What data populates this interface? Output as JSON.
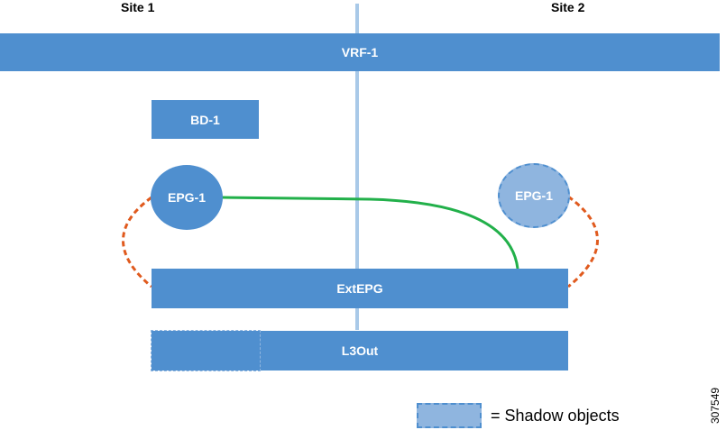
{
  "sites": {
    "left": "Site 1",
    "right": "Site 2"
  },
  "vrf": {
    "label": "VRF-1"
  },
  "bd": {
    "label": "BD-1"
  },
  "epg_site1": {
    "label": "EPG-1"
  },
  "epg_site2": {
    "label": "EPG-1",
    "shadow": true
  },
  "ext_epg": {
    "label": "ExtEPG"
  },
  "l3out": {
    "label": "L3Out"
  },
  "legend": {
    "text": "= Shadow objects"
  },
  "figure_id": "307549",
  "colors": {
    "object_fill": "#4f8fcf",
    "shadow_fill": "#8fb5df",
    "shadow_border": "#4f8fcf",
    "site_divider": "#a9c9e8",
    "contract_line": "#22b04a",
    "relation_line": "#e05a1e"
  }
}
